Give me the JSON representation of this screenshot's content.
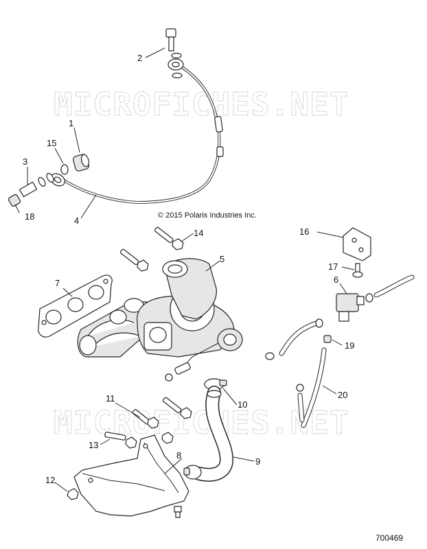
{
  "watermark": "MICROFICHES.NET",
  "copyright": "© 2015 Polaris Industries Inc.",
  "document_number": "700469",
  "callouts": [
    "1",
    "2",
    "3",
    "4",
    "5",
    "6",
    "7",
    "8",
    "9",
    "10",
    "11",
    "12",
    "13",
    "14",
    "15",
    "16",
    "17",
    "18",
    "19",
    "20"
  ]
}
